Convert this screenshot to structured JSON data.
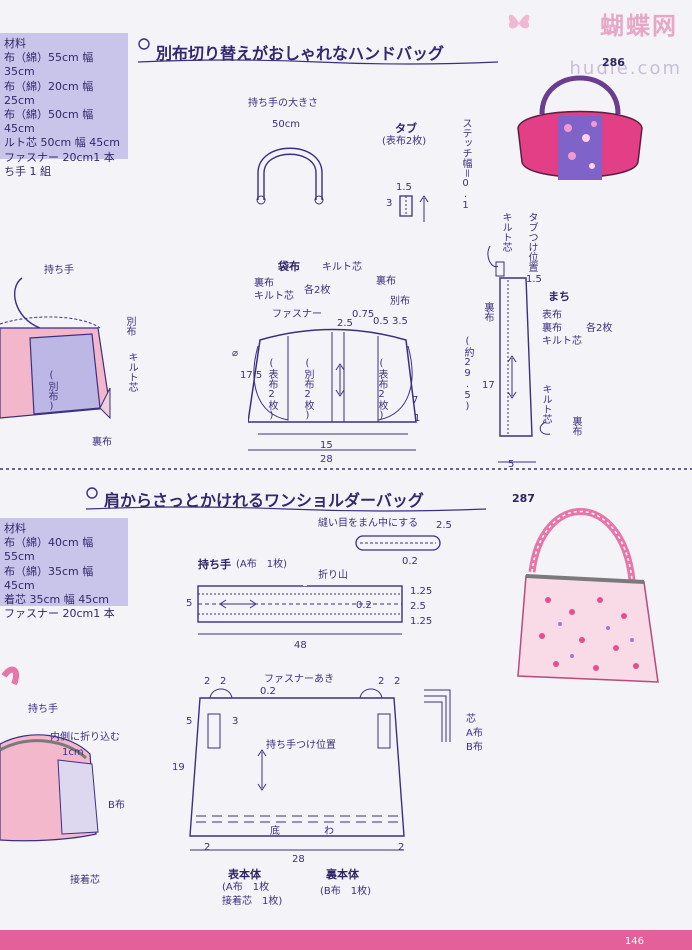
{
  "watermark": {
    "cn": "蝴蝶网",
    "en": "hudie.com"
  },
  "section1": {
    "title": "別布切り替えがおしゃれなハンドバッグ",
    "number": "286",
    "materials": [
      "材料",
      "布（綿）55cm 幅 35cm",
      "布（綿）20cm 幅 25cm",
      "布（綿）50cm 幅 45cm",
      "ルト芯 50cm 幅 45cm",
      "ファスナー 20cm1 本",
      "ち手 1 組"
    ],
    "handle_size_label": "持ち手の大きさ",
    "handle_length": "50cm",
    "tab_title": "タブ",
    "tab_sub": "(表布2枚)",
    "stitch_width": "ステッチ幅＝0.1",
    "tab_dims": [
      "1.5",
      "3"
    ],
    "side_labels": {
      "handle": "持ち手",
      "bettsu": "別布",
      "quilt": "キルト芯",
      "betsu_fu": "(別布)",
      "ura": "裏布"
    },
    "bag_title": "袋布",
    "bag_layers_left": [
      "裏布",
      "キルト芯"
    ],
    "bag_count": "各2枚",
    "quilt_core": "キルト芯",
    "back_label": "裏布",
    "another_cloth": "別布",
    "zipper": "ファスナー",
    "bag_dims": {
      "d1": "2.5",
      "d2": "0.75",
      "d3": "0.5",
      "d4": "3.5",
      "height": "17.5",
      "seven": "7",
      "one": "1",
      "fifteen": "15",
      "width": "28"
    },
    "bag_panels": [
      "(表布2枚)",
      "(別布2枚)",
      "(表布2枚)"
    ],
    "diameter": "⌀",
    "tab_pos": "タブつけ位置",
    "quilt_vert": "キルト芯",
    "gusset_title": "まち",
    "gusset_layers": [
      "表布",
      "裏布",
      "キルト芯"
    ],
    "gusset_count": "各2枚",
    "gusset_dims": {
      "top": "1.5",
      "about": "(約29.5)",
      "seventeen": "17",
      "bottom": "5"
    },
    "gusset_ura": "裏布",
    "gusset_quilt": "キルト芯",
    "gusset_back": "裏布"
  },
  "section2": {
    "title": "肩からさっとかけれるワンショルダーバッグ",
    "number": "287",
    "materials": [
      "材料",
      "布（綿）40cm 幅 55cm",
      "布（綿）35cm 幅 45cm",
      "着芯 35cm 幅 45cm",
      "ファスナー 20cm1 本"
    ],
    "seam_note": "縫い目をまん中にする",
    "seam_dims": [
      "2.5",
      "0.2"
    ],
    "strap_title": "持ち手",
    "strap_sub": "(A布　1枚)",
    "fold": "折り山",
    "strap_dims": {
      "five": "5",
      "zero2": "0.2",
      "r1": "1.25",
      "r2": "2.5",
      "r3": "1.25",
      "length": "48"
    },
    "zip_opening": "ファスナーあき",
    "body_dims": {
      "two_a": "2",
      "two_b": "2",
      "zero2": "0.2",
      "two_c": "2",
      "two_d": "2",
      "five": "5",
      "three": "3",
      "nineteen": "19",
      "two_e": "2",
      "two_f": "2",
      "width": "28"
    },
    "strap_pos": "持ち手つけ位置",
    "bottom_label": "底",
    "wa": "わ",
    "detail_labels": [
      "芯",
      "A布",
      "B布"
    ],
    "outer_body": "表本体",
    "outer_body_sub": [
      "(A布　1枚",
      "接着芯　1枚)"
    ],
    "inner_body": "裏本体",
    "inner_body_sub": "(B布　1枚)",
    "side_labels": {
      "handle": "持ち手",
      "fold_in": "内側に折り込む",
      "one_cm": "1cm",
      "b_cloth": "B布",
      "interfacing": "接着芯"
    }
  },
  "page_number": "146",
  "colors": {
    "accent_pink": "#e3609a",
    "ink": "#3c2f82",
    "material_box": "#c9c4ea",
    "paper": "#f4f3f7"
  }
}
